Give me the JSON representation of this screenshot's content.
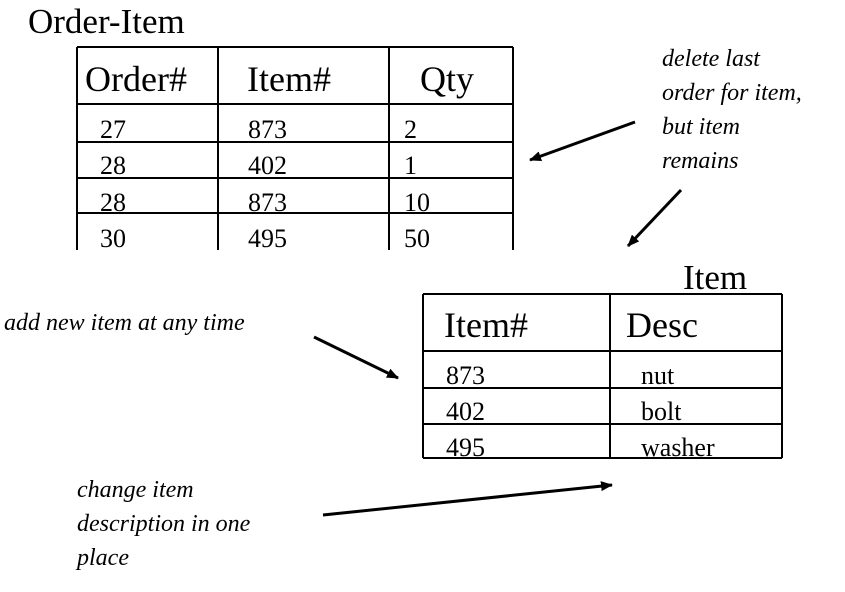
{
  "order_item": {
    "title": "Order-Item",
    "columns": [
      "Order#",
      "Item#",
      "Qty"
    ],
    "rows": [
      [
        "27",
        "873",
        "2"
      ],
      [
        "28",
        "402",
        "1"
      ],
      [
        "28",
        "873",
        "10"
      ],
      [
        "30",
        "495",
        "50"
      ]
    ]
  },
  "item": {
    "title": "Item",
    "columns": [
      "Item#",
      "Desc"
    ],
    "rows": [
      [
        "873",
        "nut"
      ],
      [
        "402",
        "bolt"
      ],
      [
        "495",
        "washer"
      ]
    ]
  },
  "annotations": {
    "delete": [
      "delete last",
      "order for item,",
      "but item",
      "remains"
    ],
    "add": "add new item at any time",
    "change": [
      "change item",
      "description in one",
      "place"
    ]
  },
  "colors": {
    "ink": "#000000",
    "background": "#ffffff"
  }
}
